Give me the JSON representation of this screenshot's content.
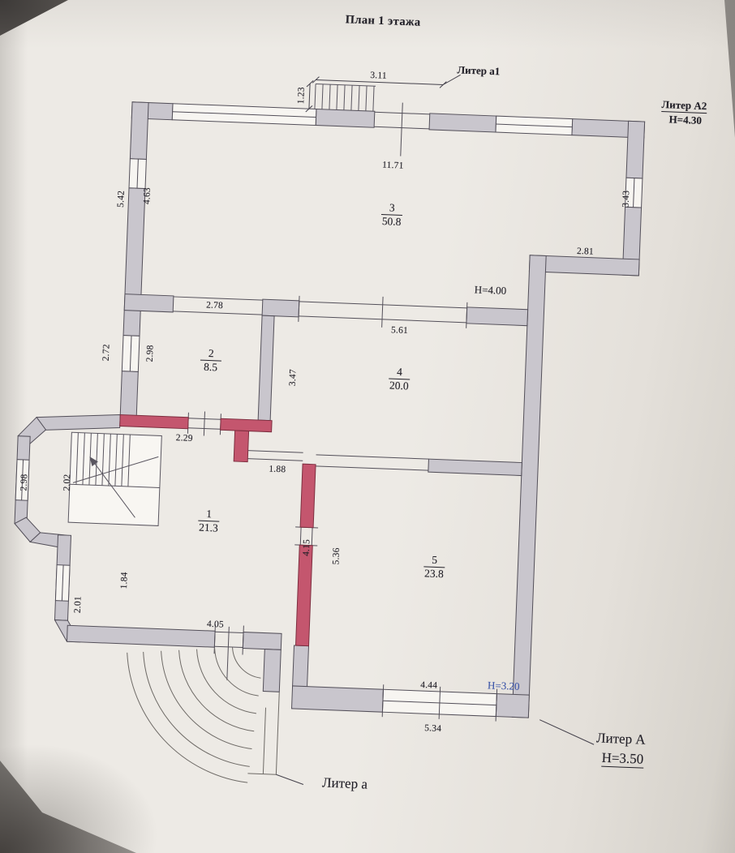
{
  "page_title": "План 1 этажа",
  "annotations": {
    "liter_a1": "Литер а1",
    "liter_A2": "Литер А2",
    "liter_A2_height": "Н=4.30",
    "height_main_hall": "Н=4.00",
    "height_room5": "Н=3.20",
    "liter_A": "Литер А",
    "liter_A_height": "Н=3.50",
    "liter_a": "Литер а"
  },
  "rooms": [
    {
      "number": "3",
      "area": "50.8"
    },
    {
      "number": "2",
      "area": "8.5"
    },
    {
      "number": "4",
      "area": "20.0"
    },
    {
      "number": "1",
      "area": "21.3"
    },
    {
      "number": "5",
      "area": "23.8"
    }
  ],
  "dims": {
    "top_porch_width": "3.11",
    "top_porch_depth": "1.23",
    "hall_width": "11.71",
    "left_seg_outer": "5.42",
    "left_seg_inner": "4.63",
    "right_seg": "3.43",
    "ledge_width": "2.81",
    "room2_width": "2.78",
    "hall_opening": "5.61",
    "left_mid_outer": "2.72",
    "room2_height": "2.98",
    "room4_side": "3.47",
    "room1_door": "2.29",
    "room1_pass": "1.88",
    "bay_outer": "2.98",
    "bay_inner": "2.02",
    "room1_side": "4.15",
    "room5_side": "5.36",
    "left_low_seg": "1.84",
    "left_low_chamfer": "2.01",
    "room1_bottom": "4.05",
    "room5_window": "4.44",
    "room5_bottom": "5.34"
  },
  "colors": {
    "load_bearing": "#c4566e",
    "height_note_blue": "#3b55a8"
  }
}
